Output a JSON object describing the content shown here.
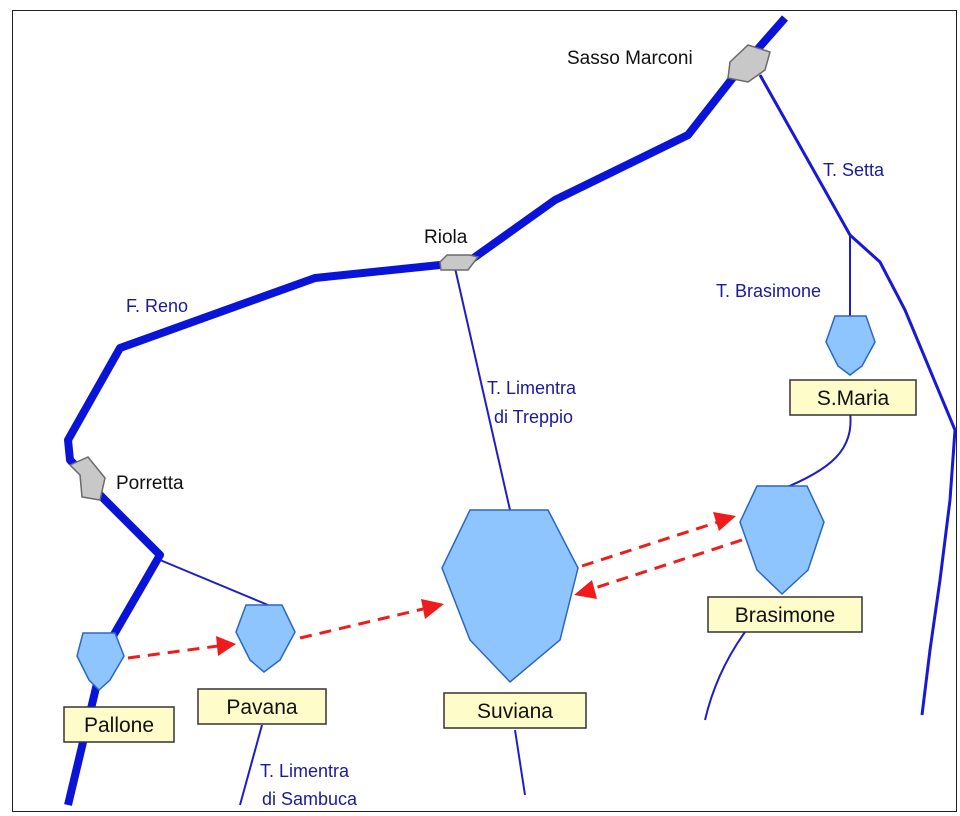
{
  "towns": {
    "sasso_marconi": "Sasso Marconi",
    "riola": "Riola",
    "porretta": "Porretta"
  },
  "rivers": {
    "reno": "F. Reno",
    "setta": "T. Setta",
    "brasimone": "T. Brasimone",
    "limentra_treppio_1": "T. Limentra",
    "limentra_treppio_2": "di Treppio",
    "limentra_sambuca_1": "T. Limentra",
    "limentra_sambuca_2": "di Sambuca"
  },
  "reservoirs": {
    "s_maria": "S.Maria",
    "brasimone": "Brasimone",
    "suviana": "Suviana",
    "pavana": "Pavana",
    "pallone": "Pallone"
  },
  "colors": {
    "main_river": "#0a14d8",
    "tributary": "#1818d6",
    "reservoir_fill": "#8ec5ff",
    "label_box_fill": "#fefcc8",
    "flow_arrow": "#ee1c1c",
    "town_fill": "#c8c8c8"
  }
}
